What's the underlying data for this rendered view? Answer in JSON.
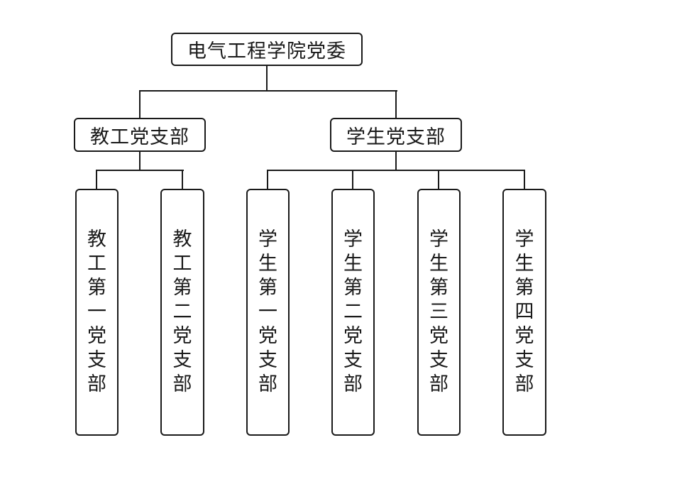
{
  "diagram": {
    "type": "org-chart",
    "root": {
      "label": "电气工程学院党委",
      "children": [
        {
          "label": "教工党支部",
          "children": [
            {
              "label": "教工第一党支部"
            },
            {
              "label": "教工第二党支部"
            }
          ]
        },
        {
          "label": "学生党支部",
          "children": [
            {
              "label": "学生第一党支部"
            },
            {
              "label": "学生第二党支部"
            },
            {
              "label": "学生第三党支部"
            },
            {
              "label": "学生第四党支部"
            }
          ]
        }
      ]
    }
  },
  "colors": {
    "stroke": "#1a1a1a",
    "background": "#ffffff",
    "text": "#1a1a1a"
  }
}
